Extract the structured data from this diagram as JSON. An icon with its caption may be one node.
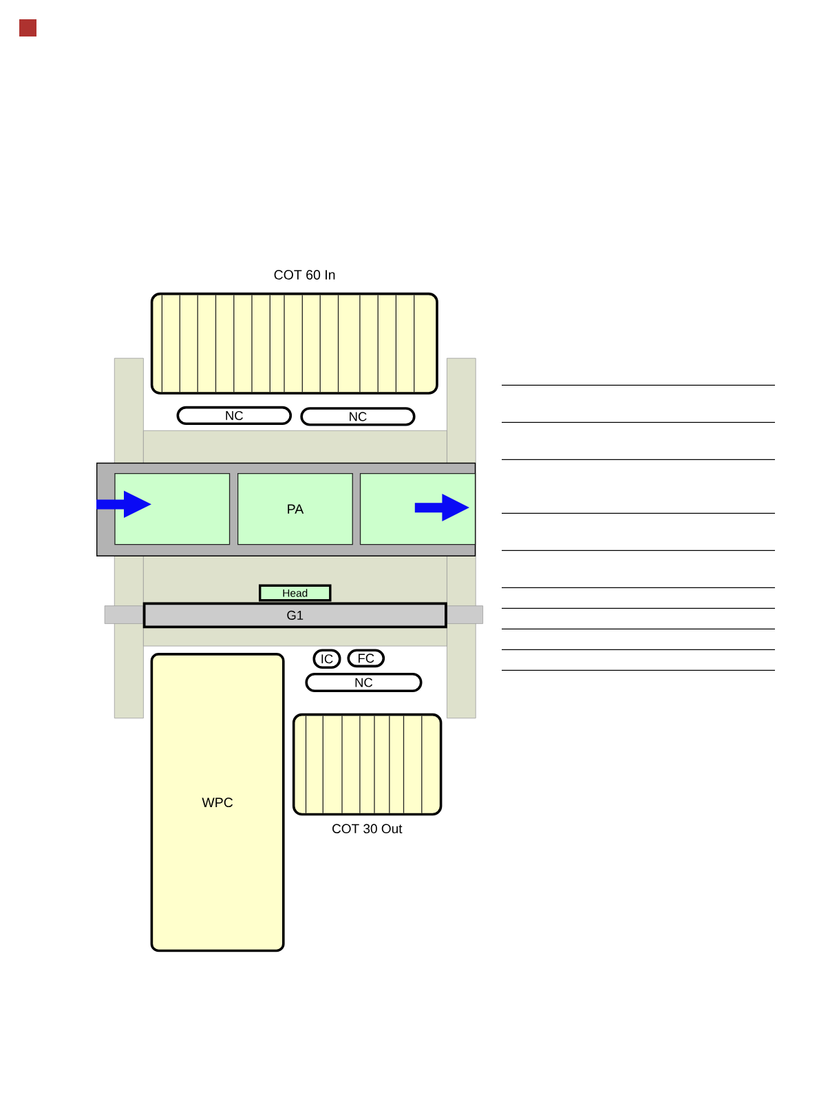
{
  "diagram": {
    "nodes": [
      {
        "text": [
          "COT 60 In"
        ]
      },
      {
        "text": [
          "NC"
        ]
      },
      {
        "text": [
          "NC"
        ]
      },
      {
        "text": [],
        "shape": "box"
      },
      {
        "text": [],
        "shape": "box",
        "in": 3
      },
      {
        "text": [
          "PA"
        ],
        "in": 3
      },
      {
        "text": [],
        "shape": "box",
        "in": 3
      },
      {
        "text": [
          "Head"
        ]
      },
      {
        "text": [
          "G1"
        ]
      },
      {
        "text": [
          "IC"
        ]
      },
      {
        "text": [
          "FC"
        ]
      },
      {
        "text": [
          "NC"
        ]
      },
      {
        "text": [
          "WPC"
        ]
      },
      {
        "text": [
          "COT 30 Out"
        ]
      }
    ]
  }
}
